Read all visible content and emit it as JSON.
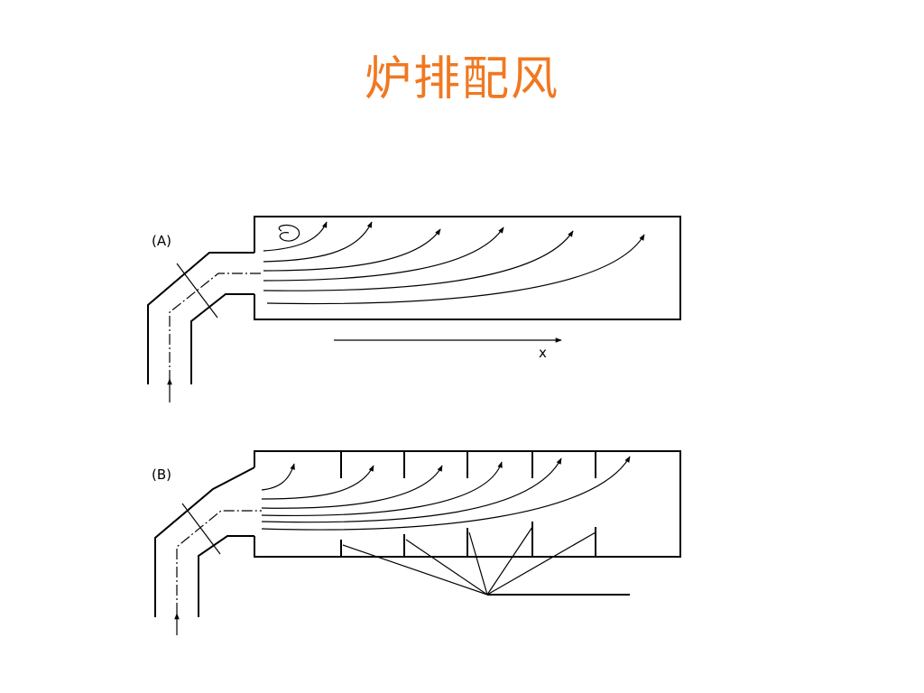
{
  "title": "炉排配风",
  "diagrams": {
    "a": {
      "label": "(A)",
      "axis_label": "x"
    },
    "b": {
      "label": "(B)"
    }
  },
  "colors": {
    "title": "#f07820",
    "line": "#000000",
    "background": "#ffffff"
  }
}
